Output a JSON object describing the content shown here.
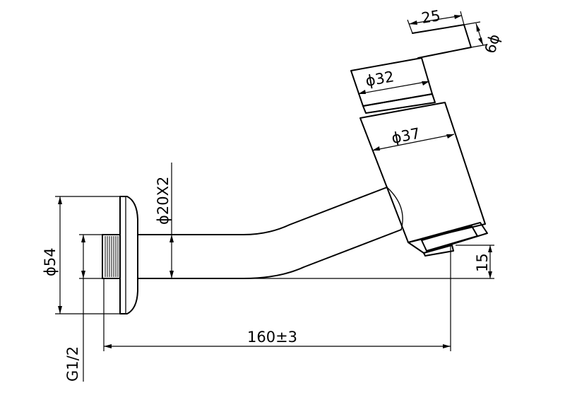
{
  "dimensions": {
    "stem_length": "25",
    "stem_diameter": "6ϕ",
    "cap_diameter": "ϕ32",
    "body_diameter": "ϕ37",
    "pipe_diameter": "ϕ20X2",
    "flange_diameter": "ϕ54",
    "outlet_height": "15",
    "overall_length": "160±3",
    "thread_size": "G1/2"
  },
  "colors": {
    "line": "#000000",
    "background": "#ffffff"
  }
}
